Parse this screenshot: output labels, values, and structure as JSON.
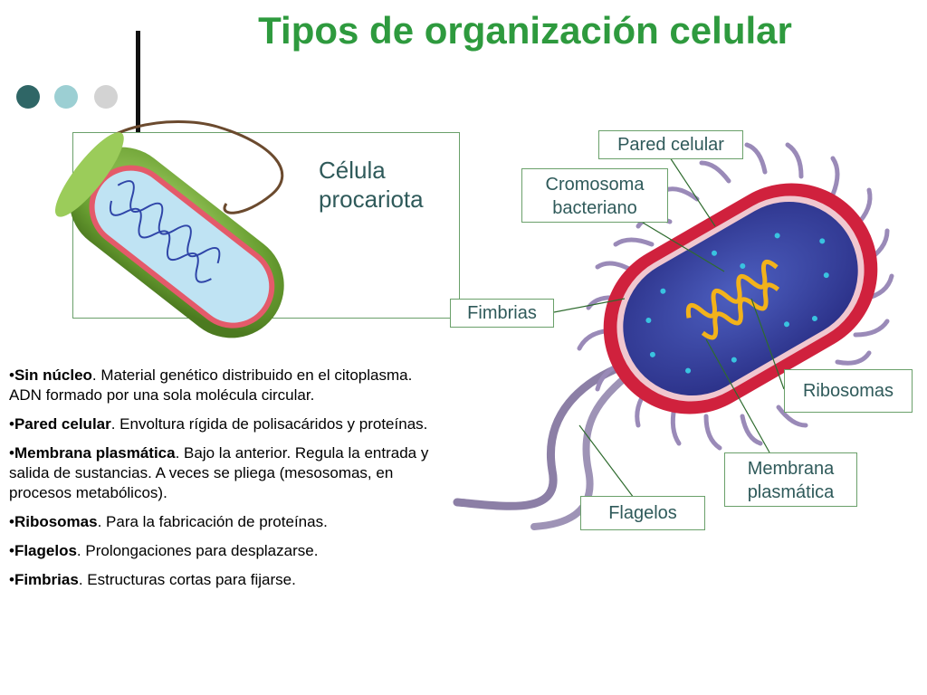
{
  "title": "Tipos de organización celular",
  "colors": {
    "title": "#2e9a3e",
    "dot1": "#2f6666",
    "dot2": "#9ccfd3",
    "dot3": "#d3d3d3",
    "callout_border": "#6aa06a",
    "callout_text": "#2f5a5a"
  },
  "cell_label": {
    "line1": "Célula",
    "line2": "procariota"
  },
  "callouts": {
    "pared": "Pared celular",
    "cromosoma_1": "Cromosoma",
    "cromosoma_2": "bacteriano",
    "fimbrias": "Fimbrias",
    "ribosomas": "Ribosomas",
    "membrana_1": "Membrana",
    "membrana_2": "plasmática",
    "flagelos": "Flagelos"
  },
  "bullets": [
    {
      "term": "Sin núcleo",
      "text": ". Material genético distribuido en el citoplasma. ADN formado por una sola molécula circular."
    },
    {
      "term": "Pared celular",
      "text": ". Envoltura rígida de polisacáridos y proteínas."
    },
    {
      "term": "Membrana plasmática",
      "text": ". Bajo la anterior. Regula la entrada y salida de sustancias. A veces se pliega (mesosomas, en procesos metabólicos)."
    },
    {
      "term": "Ribosomas",
      "text": ". Para la fabricación de proteínas."
    },
    {
      "term": "Flagelos",
      "text": ". Prolongaciones para desplazarse."
    },
    {
      "term": "Fimbrias",
      "text": ". Estructuras cortas para fijarse."
    }
  ]
}
